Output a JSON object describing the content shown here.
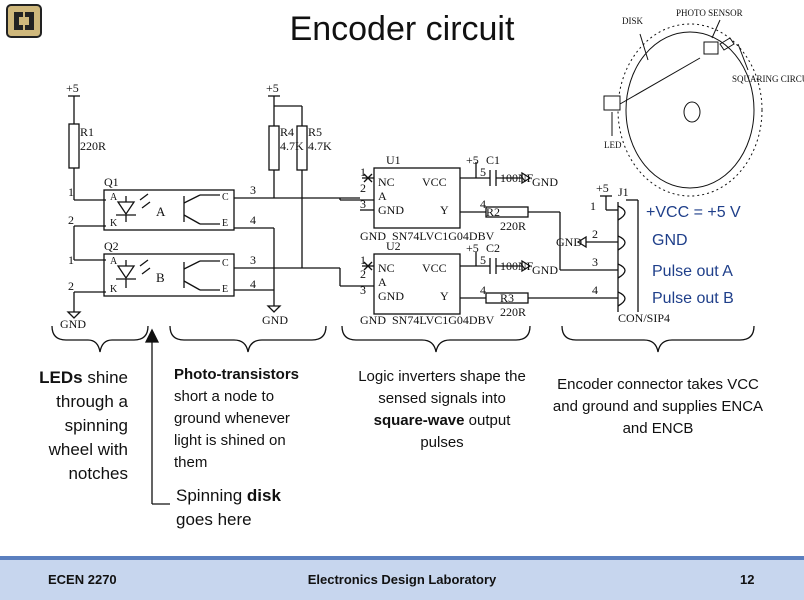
{
  "title": "Encoder circuit",
  "schematic": {
    "supply_label": "+5",
    "r1": {
      "ref": "R1",
      "value": "220R"
    },
    "r4": {
      "ref": "R4",
      "value": "4.7K"
    },
    "r5": {
      "ref": "R5",
      "value": "4.7K"
    },
    "q1": {
      "ref": "Q1",
      "channel": "A",
      "pin1": "1",
      "pin2": "2",
      "pin3": "3",
      "pin4": "4"
    },
    "q2": {
      "ref": "Q2",
      "channel": "B",
      "pin1": "1",
      "pin2": "2",
      "pin3": "3",
      "pin4": "4"
    },
    "u1": {
      "ref": "U1",
      "part": "SN74LVC1G04DBV"
    },
    "u2": {
      "ref": "U2",
      "part": "SN74LVC1G04DBV"
    },
    "ic_pins": {
      "nc": "NC",
      "vcc": "VCC",
      "a": "A",
      "gnd": "GND",
      "y": "Y",
      "p1": "1",
      "p2": "2",
      "p3": "3",
      "p4": "4",
      "p5": "5"
    },
    "c1": {
      "ref": "C1",
      "value": "100NF"
    },
    "c2": {
      "ref": "C2",
      "value": "100NF"
    },
    "r2": {
      "ref": "R2",
      "value": "220R"
    },
    "r3": {
      "ref": "R3",
      "value": "220R"
    },
    "j1": {
      "ref": "J1",
      "part": "CON/SIP4",
      "pins": [
        "1",
        "2",
        "3",
        "4"
      ]
    },
    "gnd_label": "GND",
    "pin_a": "A",
    "pin_k": "K",
    "pin_c": "C",
    "pin_e": "E"
  },
  "connector_labels": [
    "+VCC = +5 V",
    "GND",
    "Pulse out A",
    "Pulse out B"
  ],
  "illustration": {
    "disk_label": "DISK",
    "sensor_label": "PHOTO SENSOR",
    "squaring_label": "SQUARING CIRCUIT",
    "led_label": "LED"
  },
  "captions": {
    "leds_bold": "LEDs",
    "leds_rest": " shine through a spinning wheel with notches",
    "photo_bold": "Photo-transistors",
    "photo_rest": " short a node to ground whenever light is shined on them",
    "logic_pre": "Logic inverters shape the sensed signals into ",
    "logic_bold": "square-wave",
    "logic_post": " output pulses",
    "conn": "Encoder connector takes VCC and ground and supplies ENCA and ENCB",
    "disk_pre": "Spinning ",
    "disk_bold": "disk",
    "disk_post": " goes here"
  },
  "footer": {
    "left": "ECEN 2270",
    "center": "Electronics Design Laboratory",
    "right": "12"
  },
  "colors": {
    "accent": "#5b7fbf",
    "footer_bg": "#c7d6ee",
    "label_blue": "#1f3f8a",
    "logo_gold": "#cfb87c"
  }
}
